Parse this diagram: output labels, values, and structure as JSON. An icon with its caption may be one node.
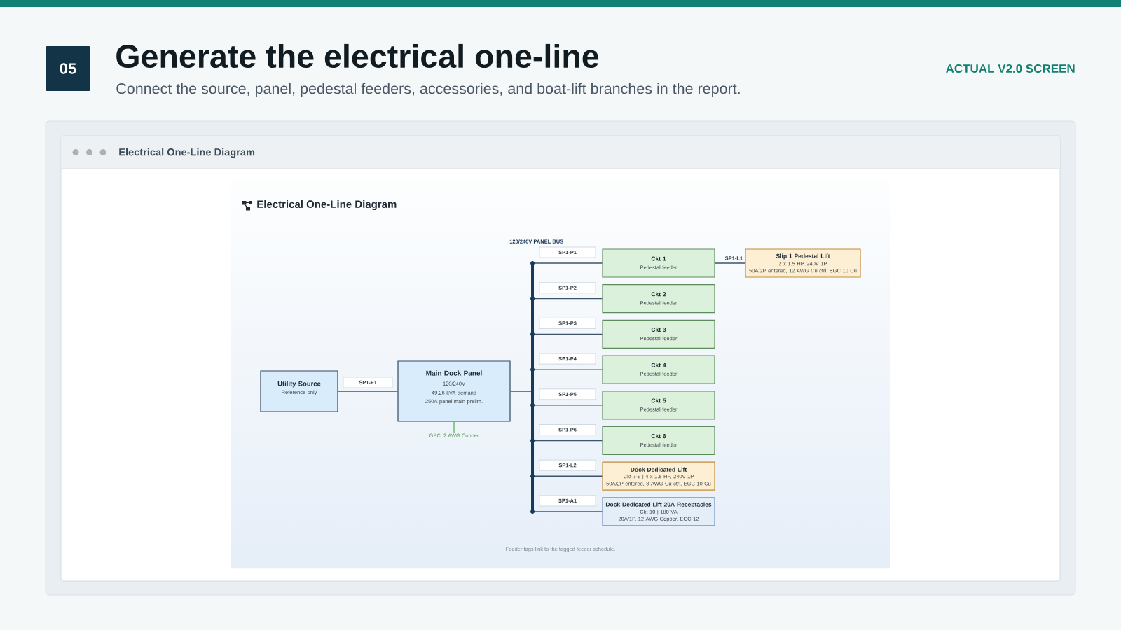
{
  "diagram": {
    "title": "Generate the electrical one-line",
    "nodes": [
      {
        "text": [
          "Utility Source",
          "Reference only"
        ]
      },
      {
        "text": [
          "Main Dock Panel",
          "120/240V",
          "49.26 kVA demand",
          "250A panel main prelim."
        ]
      },
      {
        "text": [
          "GEC: 2 AWG Copper"
        ]
      },
      {
        "text": [
          "Ckt 1",
          "Pedestal feeder"
        ]
      },
      {
        "text": [
          "Slip 1 Pedestal Lift",
          "2 x 1.5 HP, 240V 1P",
          "50A/2P entered, 12 AWG Cu ctrl, EGC 10 Cu"
        ]
      },
      {
        "text": [
          "Ckt 2",
          "Pedestal feeder"
        ]
      },
      {
        "text": [
          "Ckt 3",
          "Pedestal feeder"
        ]
      },
      {
        "text": [
          "Ckt 4",
          "Pedestal feeder"
        ]
      },
      {
        "text": [
          "Ckt 5",
          "Pedestal feeder"
        ]
      },
      {
        "text": [
          "Ckt 6",
          "Pedestal feeder"
        ]
      },
      {
        "text": [
          "Dock Dedicated Lift",
          "Ckt 7-9 | 4 x 1.5 HP, 240V 1P",
          "50A/2P entered, 8 AWG Cu ctrl, EGC 10 Cu"
        ]
      },
      {
        "text": [
          "Dock Dedicated Lift 20A Receptacles",
          "Ckt 10 | 180 VA",
          "20A/1P, 12 AWG Copper, EGC 12"
        ]
      }
    ],
    "edges": [
      {
        "from": 0,
        "to": 1,
        "arrow": "none",
        "label": "SP1-F1"
      },
      {
        "from": 1,
        "to": 3,
        "arrow": "none",
        "label": "SP1-P1"
      },
      {
        "from": 1,
        "to": 5,
        "arrow": "none",
        "label": "SP1-P2"
      },
      {
        "from": 1,
        "to": 6,
        "arrow": "none",
        "label": "SP1-P3"
      },
      {
        "from": 1,
        "to": 7,
        "arrow": "none",
        "label": "SP1-P4"
      },
      {
        "from": 1,
        "to": 8,
        "arrow": "none",
        "label": "SP1-P5"
      },
      {
        "from": 1,
        "to": 9,
        "arrow": "none",
        "label": "SP1-P6"
      },
      {
        "from": 1,
        "to": 10,
        "arrow": "none",
        "label": "SP1-L2"
      },
      {
        "from": 1,
        "to": 11,
        "arrow": "none",
        "label": "SP1-A1"
      },
      {
        "from": 3,
        "to": 4,
        "arrow": "none",
        "label": "SP1-L1"
      },
      {
        "from": 1,
        "to": 2,
        "arrow": "none",
        "color": "#5cb85c"
      }
    ],
    "labels": [
      "05",
      "Connect the source, panel, pedestal feeders, accessories, and boat-lift branches in the report.",
      "ACTUAL V2.0 SCREEN",
      "Electrical One-Line Diagram",
      "Electrical One-Line Diagram",
      "120/240V PANEL BUS",
      "Feeder tags link to the tagged feeder schedule."
    ]
  }
}
